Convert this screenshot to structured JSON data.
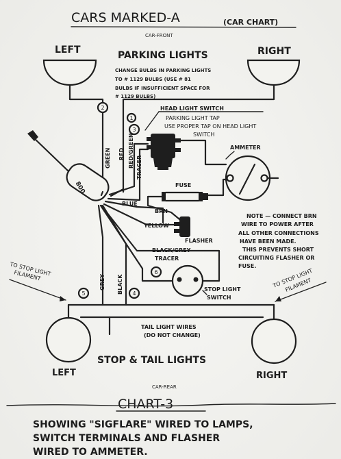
{
  "header": {
    "title": "CARS MARKED-A",
    "title_sub": "(CAR CHART)",
    "car_front": "CAR-FRONT"
  },
  "parking": {
    "left_label": "LEFT",
    "right_label": "RIGHT",
    "title": "PARKING LIGHTS",
    "note_lines": [
      "CHANGE BULBS IN PARKING LIGHTS",
      "TO # 1129 BULBS (USE # 81",
      "BULBS IF INSUFFICIENT SPACE FOR",
      "# 1129 BULBS)"
    ]
  },
  "switch": {
    "headlight_switch": "HEAD LIGHT SWITCH",
    "tap_lines": [
      "PARKING  LIGHT TAP",
      "USE PROPER TAP ON HEAD LIGHT",
      "SWITCH"
    ],
    "sigflare_label": "800"
  },
  "wires": {
    "green": "GREEN",
    "red": "RED",
    "red_green": "RED/GREEN",
    "tracer": "TRACER",
    "blue": "BLUE",
    "brn": "BRN",
    "yellow": "YELLOW",
    "black_grey": "BLACK/GREY",
    "tracer2": "TRACER",
    "grey": "GREY",
    "black": "BLACK"
  },
  "terminals": [
    "1",
    "2",
    "3",
    "4",
    "5",
    "6"
  ],
  "components": {
    "ammeter": "AMMETER",
    "fuse": "FUSE",
    "flasher": "FLASHER",
    "stop_switch_line1": "STOP LIGHT",
    "stop_switch_line2": "SWITCH"
  },
  "note": {
    "lines": [
      "NOTE — CONNECT BRN",
      "WIRE TO POWER AFTER",
      "ALL OTHER CONNECTIONS",
      "HAVE BEEN MADE.",
      "THIS PREVENTS SHORT",
      "CIRCUITING FLASHER OR",
      "FUSE."
    ]
  },
  "stop_filament": {
    "left_line1": "TO STOP LIGHT",
    "left_line2": "FILAMENT",
    "right_line1": "TO STOP LIGHT",
    "right_line2": "FILAMENT"
  },
  "rear": {
    "tail_wires_line1": "TAIL LIGHT WIRES",
    "tail_wires_line2": "(DO NOT CHANGE)",
    "title": "STOP & TAIL LIGHTS",
    "left_label": "LEFT",
    "right_label": "RIGHT",
    "car_rear": "CAR-REAR"
  },
  "chart": {
    "title": "CHART-3",
    "caption_lines": [
      "SHOWING \"SIGFLARE\" WIRED TO LAMPS,",
      "SWITCH TERMINALS AND FLASHER",
      "WIRED TO AMMETER."
    ]
  }
}
